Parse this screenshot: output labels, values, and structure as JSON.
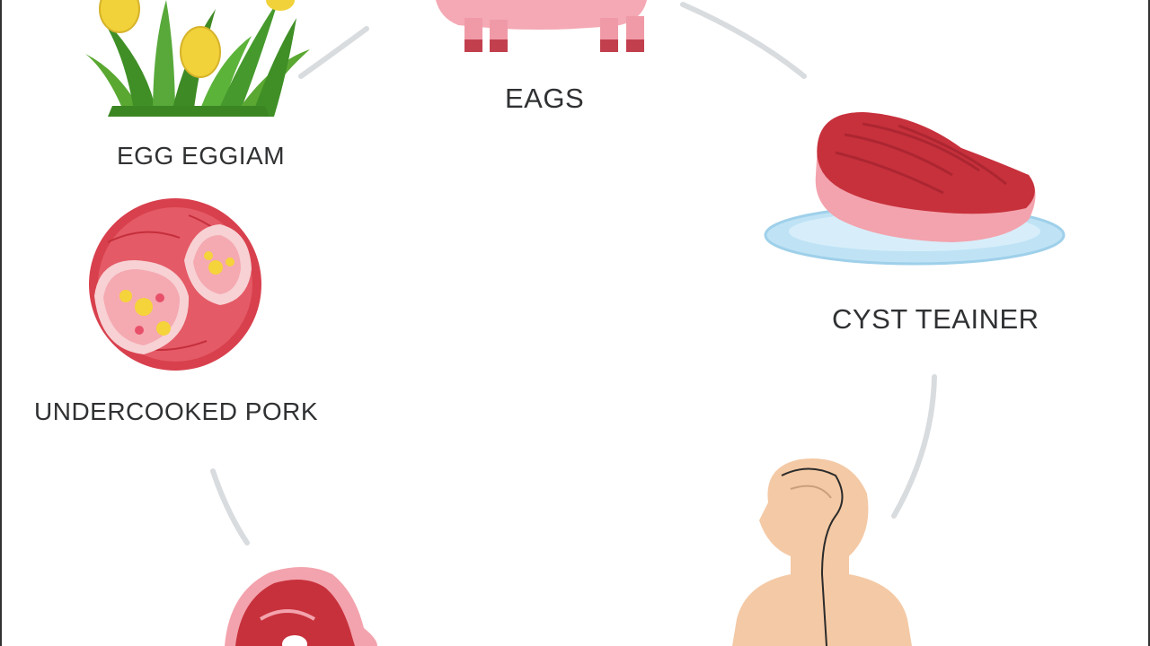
{
  "labels": {
    "eags": "EAGS",
    "egg": "EGG  EGGIAM",
    "cyst": "CYST TEAINER",
    "pork": "UNDERCOOKED PORK"
  },
  "colors": {
    "cycle_line": "#d9dcdf",
    "pig_pink": "#f4a9b4",
    "meat_red": "#c7313c",
    "meat_pink": "#f3a3ad",
    "plate_blue": "#bfe3f5",
    "grass_green": "#4c9b2c",
    "egg_yellow": "#f1d23a",
    "skin": "#f4c9a5"
  },
  "icons": [
    "pig-icon",
    "grass-eggs-icon",
    "steak-plate-icon",
    "cyst-tissue-icon",
    "human-nervous-system-icon",
    "pork-cut-icon"
  ]
}
